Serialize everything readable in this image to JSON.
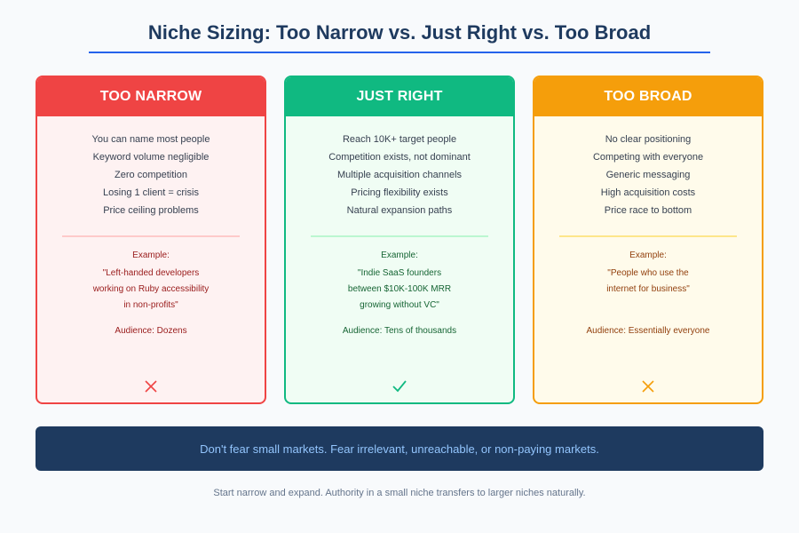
{
  "header": {
    "title": "Niche Sizing: Too Narrow vs. Just Right vs. Too Broad",
    "accent_color": "#2563eb"
  },
  "cards": [
    {
      "id": "too-narrow",
      "heading": "TOO NARROW",
      "color": "#ef4444",
      "traits": [
        "You can name most people",
        "Keyword volume negligible",
        "Zero competition",
        "Losing 1 client = crisis",
        "Price ceiling problems"
      ],
      "example_label": "Example:",
      "example_lines": [
        "\"Left-handed developers",
        "working on Ruby accessibility",
        "in non-profits\""
      ],
      "audience": "Audience: Dozens",
      "verdict_icon": "x-icon",
      "verdict_glyph": "✕"
    },
    {
      "id": "just-right",
      "heading": "JUST RIGHT",
      "color": "#10b981",
      "traits": [
        "Reach 10K+ target people",
        "Competition exists, not dominant",
        "Multiple acquisition channels",
        "Pricing flexibility exists",
        "Natural expansion paths"
      ],
      "example_label": "Example:",
      "example_lines": [
        "\"Indie SaaS founders",
        "between $10K-100K MRR",
        "growing without VC\""
      ],
      "audience": "Audience: Tens of thousands",
      "verdict_icon": "checkmark-icon",
      "verdict_glyph": "✓"
    },
    {
      "id": "too-broad",
      "heading": "TOO BROAD",
      "color": "#f59e0b",
      "traits": [
        "No clear positioning",
        "Competing with everyone",
        "Generic messaging",
        "High acquisition costs",
        "Price race to bottom"
      ],
      "example_label": "Example:",
      "example_lines": [
        "\"People who use the",
        "internet for business\""
      ],
      "audience": "Audience: Essentially everyone",
      "verdict_icon": "x-icon",
      "verdict_glyph": "✕"
    }
  ],
  "banner": {
    "text": "Don't fear small markets. Fear irrelevant, unreachable, or non-paying markets."
  },
  "footer": {
    "text": "Start narrow and expand. Authority in a small niche transfers to larger niches naturally."
  }
}
